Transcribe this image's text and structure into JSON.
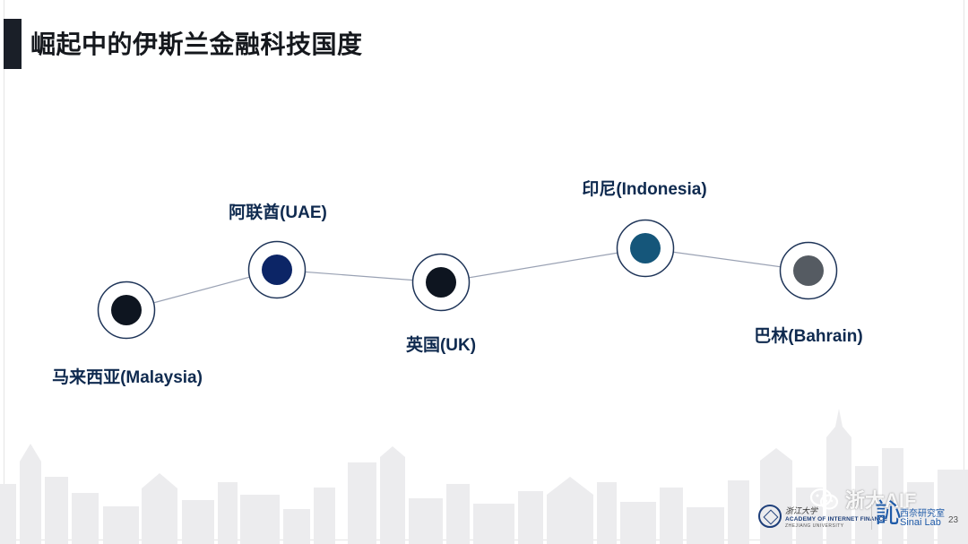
{
  "slide": {
    "title": "崛起中的伊斯兰金融科技国度",
    "page_number": "23"
  },
  "timeline": {
    "countries": [
      {
        "name": "马来西亚(Malaysia)",
        "color": "#0e1520"
      },
      {
        "name": "阿联酋(UAE)",
        "color": "#0c2566"
      },
      {
        "name": "英国(UK)",
        "color": "#0e1520"
      },
      {
        "name": "印尼(Indonesia)",
        "color": "#15567a"
      },
      {
        "name": "巴林(Bahrain)",
        "color": "#555b62"
      }
    ]
  },
  "footer": {
    "university_cn": "浙江大学",
    "academy": "ACADEMY OF INTERNET FINANCE",
    "university_en": "ZHEJIANG UNIVERSITY",
    "sinai_cn": "西奈研究室",
    "sinai_en": "Sinai Lab",
    "watermark": "浙大AIF"
  },
  "colors": {
    "title": "#15181d",
    "label": "#0f2a4f",
    "connector": "#9aa2b4",
    "ring": "#1e3458",
    "skyline": "#ececee"
  },
  "icons": [
    "aif-logo-icon",
    "sinai-logo-icon",
    "wechat-icon"
  ]
}
